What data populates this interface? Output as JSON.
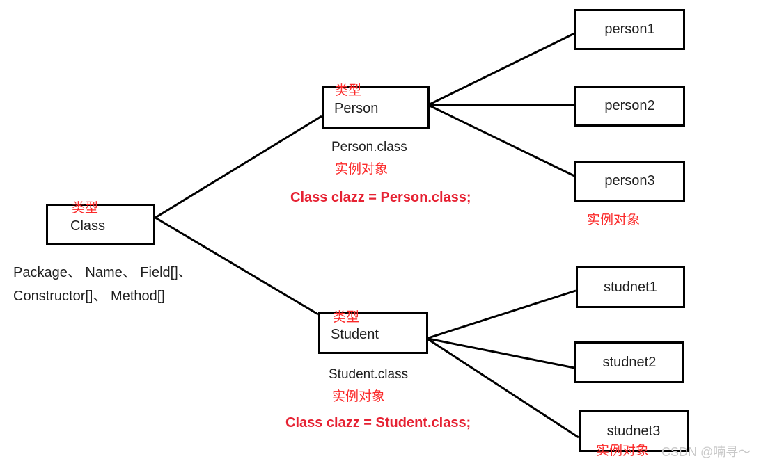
{
  "colors": {
    "label_red": "#fb2a2a",
    "statement_red": "#e62233",
    "text_black": "#1f1f1f",
    "line_black": "#000000",
    "watermark_gray": "#c9c9c9"
  },
  "diagram": {
    "class_node": {
      "tag": "类型",
      "label": "Class"
    },
    "class_members_line1": "Package、 Name、 Field[]、",
    "class_members_line2": "Constructor[]、 Method[]",
    "person": {
      "tag": "类型",
      "label": "Person",
      "class_file": "Person.class",
      "instance_caption": "实例对象",
      "statement": "Class clazz = Person.class;"
    },
    "student": {
      "tag": "类型",
      "label": "Student",
      "class_file": "Student.class",
      "instance_caption": "实例对象",
      "statement": "Class clazz = Student.class;"
    },
    "person_instances": [
      "person1",
      "person2",
      "person3"
    ],
    "person_instances_caption": "实例对象",
    "student_instances": [
      "studnet1",
      "studnet2",
      "studnet3"
    ],
    "student_instances_caption": "实例对象",
    "watermark": "CSDN @喃寻～"
  }
}
